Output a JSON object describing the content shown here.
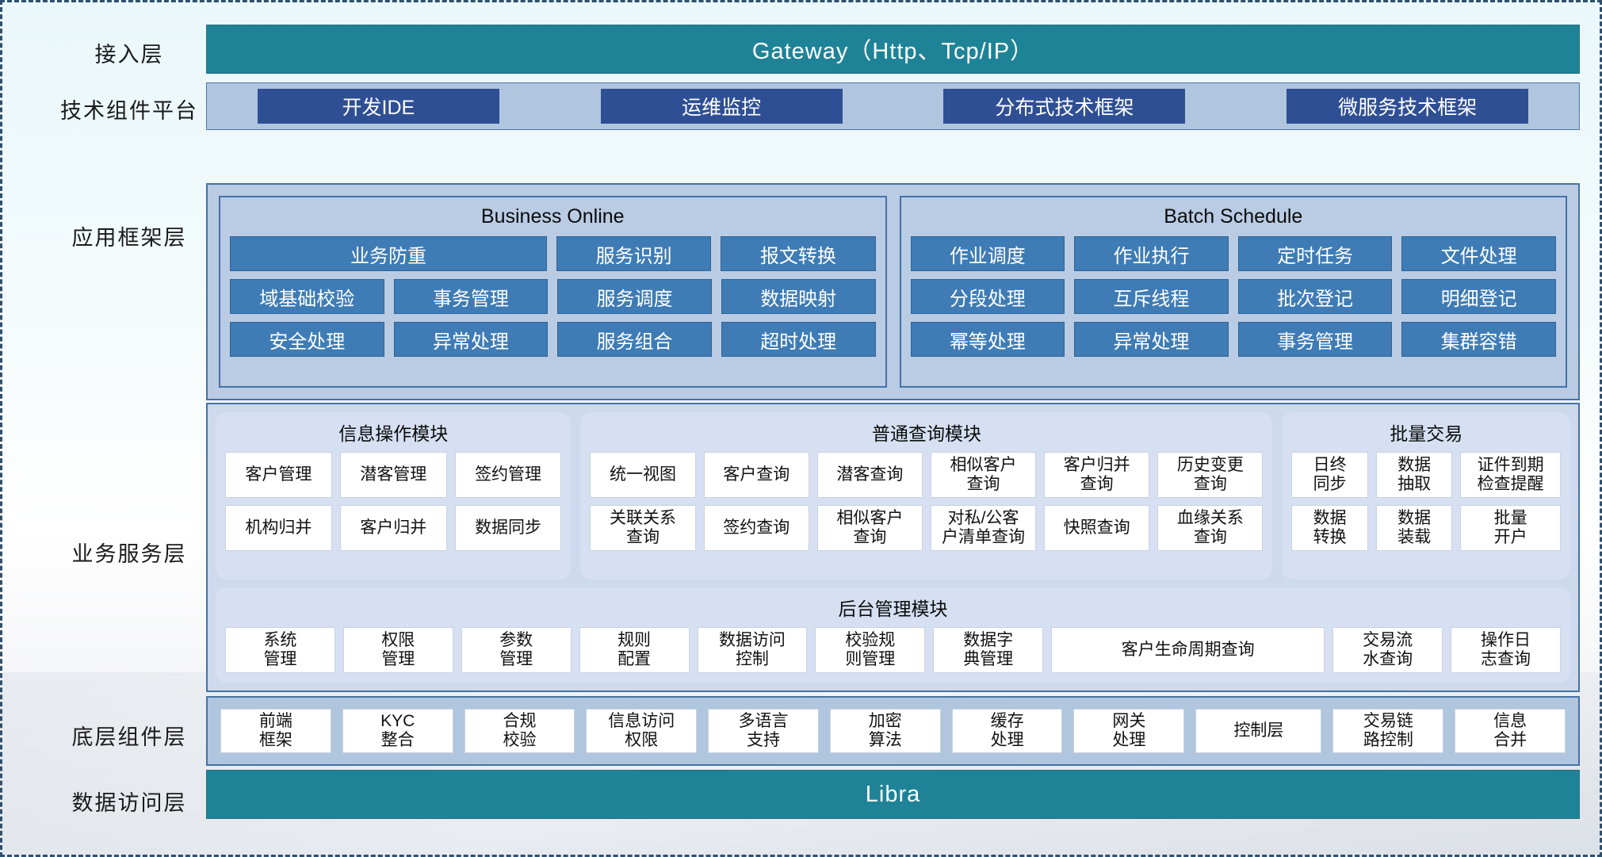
{
  "colors": {
    "teal": "#1f8397",
    "panel": "#b9cce4",
    "tile": "#3f7cb5",
    "techbtn": "#2f4f94",
    "white": "#ffffff"
  },
  "layers": [
    {
      "label": "接入层"
    },
    {
      "label": "技术组件平台"
    },
    {
      "label": "应用框架层"
    },
    {
      "label": "业务服务层"
    },
    {
      "label": "底层组件层"
    },
    {
      "label": "数据访问层"
    }
  ],
  "gateway": {
    "title": "Gateway（Http、Tcp/IP）"
  },
  "tech_platform": {
    "items": [
      {
        "label": "开发IDE"
      },
      {
        "label": "运维监控"
      },
      {
        "label": "分布式技术框架"
      },
      {
        "label": "微服务技术框架"
      }
    ]
  },
  "app_framework": {
    "panels": [
      {
        "title": "Business Online",
        "rows": [
          [
            {
              "label": "业务防重",
              "span": 2
            },
            {
              "label": "服务识别",
              "span": 1
            },
            {
              "label": "报文转换",
              "span": 1
            }
          ],
          [
            {
              "label": "域基础校验",
              "span": 1
            },
            {
              "label": "事务管理",
              "span": 1
            },
            {
              "label": "服务调度",
              "span": 1
            },
            {
              "label": "数据映射",
              "span": 1
            }
          ],
          [
            {
              "label": "安全处理",
              "span": 1
            },
            {
              "label": "异常处理",
              "span": 1
            },
            {
              "label": "服务组合",
              "span": 1
            },
            {
              "label": "超时处理",
              "span": 1
            }
          ]
        ]
      },
      {
        "title": "Batch Schedule",
        "rows": [
          [
            {
              "label": "作业调度",
              "span": 1
            },
            {
              "label": "作业执行",
              "span": 1
            },
            {
              "label": "定时任务",
              "span": 1
            },
            {
              "label": "文件处理",
              "span": 1
            }
          ],
          [
            {
              "label": "分段处理",
              "span": 1
            },
            {
              "label": "互斥线程",
              "span": 1
            },
            {
              "label": "批次登记",
              "span": 1
            },
            {
              "label": "明细登记",
              "span": 1
            }
          ],
          [
            {
              "label": "幂等处理",
              "span": 1
            },
            {
              "label": "异常处理",
              "span": 1
            },
            {
              "label": "事务管理",
              "span": 1
            },
            {
              "label": "集群容错",
              "span": 1
            }
          ]
        ]
      }
    ]
  },
  "business_service": {
    "modules": [
      {
        "title": "信息操作模块",
        "flex": 3,
        "rows": [
          [
            {
              "label": "客户管理"
            },
            {
              "label": "潜客管理"
            },
            {
              "label": "签约管理"
            }
          ],
          [
            {
              "label": "机构归并"
            },
            {
              "label": "客户归并"
            },
            {
              "label": "数据同步"
            }
          ]
        ]
      },
      {
        "title": "普通查询模块",
        "flex": 6,
        "rows": [
          [
            {
              "label": "统一视图"
            },
            {
              "label": "客户查询"
            },
            {
              "label": "潜客查询"
            },
            {
              "label": "相似客户\n查询"
            },
            {
              "label": "客户归并\n查询"
            },
            {
              "label": "历史变更\n查询"
            }
          ],
          [
            {
              "label": "关联关系\n查询"
            },
            {
              "label": "签约查询"
            },
            {
              "label": "相似客户\n查询"
            },
            {
              "label": "对私/公客\n户清单查询"
            },
            {
              "label": "快照查询"
            },
            {
              "label": "血缘关系\n查询"
            }
          ]
        ]
      },
      {
        "title": "批量交易",
        "flex": 2.4,
        "rows": [
          [
            {
              "label": "日终\n同步"
            },
            {
              "label": "数据\n抽取"
            },
            {
              "label": "证件到期\n检查提醒"
            }
          ],
          [
            {
              "label": "数据\n转换"
            },
            {
              "label": "数据\n装载"
            },
            {
              "label": "批量\n开户"
            }
          ]
        ]
      }
    ],
    "admin": {
      "title": "后台管理模块",
      "items": [
        {
          "label": "系统\n管理",
          "flex": 1
        },
        {
          "label": "权限\n管理",
          "flex": 1
        },
        {
          "label": "参数\n管理",
          "flex": 1
        },
        {
          "label": "规则\n配置",
          "flex": 1
        },
        {
          "label": "数据访问\n控制",
          "flex": 1
        },
        {
          "label": "校验规\n则管理",
          "flex": 1
        },
        {
          "label": "数据字\n典管理",
          "flex": 1
        },
        {
          "label": "客户生命周期查询",
          "flex": 2.6
        },
        {
          "label": "交易流\n水查询",
          "flex": 1
        },
        {
          "label": "操作日\n志查询",
          "flex": 1
        }
      ]
    }
  },
  "bottom_components": {
    "items": [
      {
        "label": "前端\n框架",
        "flex": 1
      },
      {
        "label": "KYC\n整合",
        "flex": 1
      },
      {
        "label": "合规\n校验",
        "flex": 1
      },
      {
        "label": "信息访问\n权限",
        "flex": 1
      },
      {
        "label": "多语言\n支持",
        "flex": 1
      },
      {
        "label": "加密\n算法",
        "flex": 1
      },
      {
        "label": "缓存\n处理",
        "flex": 1
      },
      {
        "label": "网关\n处理",
        "flex": 1
      },
      {
        "label": "控制层",
        "flex": 1.15
      },
      {
        "label": "交易链\n路控制",
        "flex": 1
      },
      {
        "label": "信息\n合并",
        "flex": 1
      }
    ]
  },
  "data_access": {
    "title": "Libra"
  }
}
